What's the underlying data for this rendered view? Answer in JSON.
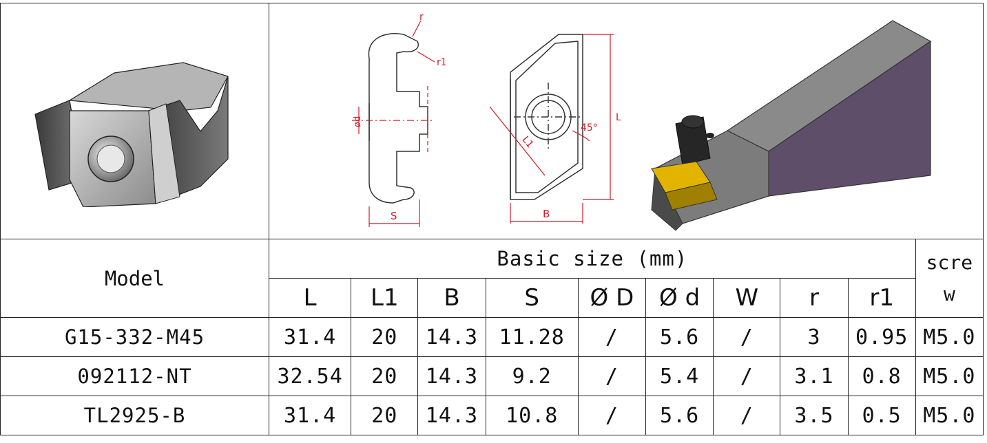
{
  "table": {
    "model_header": "Model",
    "basic_size_header": "Basic size (mm)",
    "screw_header_line1": "scre",
    "screw_header_line2": "w",
    "columns": [
      "L",
      "L1",
      "B",
      "S",
      "Ø D",
      "Ø d",
      "W",
      "r",
      "r1"
    ],
    "rows": [
      {
        "model": "G15-332-M45",
        "values": [
          "31.4",
          "20",
          "14.3",
          "11.28",
          "/",
          "5.6",
          "/",
          "3",
          "0.95"
        ],
        "screw": "M5.0"
      },
      {
        "model": "092112-NT",
        "values": [
          "32.54",
          "20",
          "14.3",
          "9.2",
          "/",
          "5.4",
          "/",
          "3.1",
          "0.8"
        ],
        "screw": "M5.0"
      },
      {
        "model": "TL2925-B",
        "values": [
          "31.4",
          "20",
          "14.3",
          "10.8",
          "/",
          "5.6",
          "/",
          "3.5",
          "0.5"
        ],
        "screw": "M5.0"
      }
    ]
  },
  "drawing_labels": {
    "r": "r",
    "r1": "r1",
    "phi_d": "ød",
    "S": "S",
    "L1": "L1",
    "angle": "45°",
    "L": "L",
    "B": "B"
  },
  "colors": {
    "dimension_red": "#d11a2a",
    "insert_gray": "#9a9a9a",
    "holder_purple": "#5e4e6a",
    "insert_gold": "#e2b400"
  }
}
